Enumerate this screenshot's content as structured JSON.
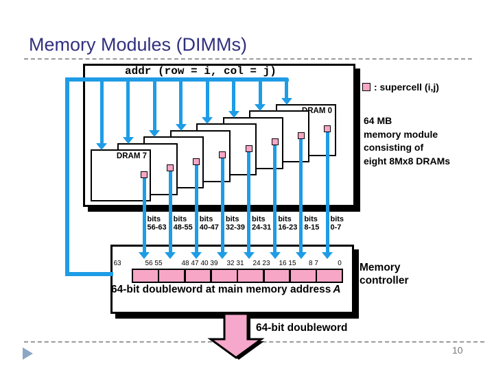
{
  "slide": {
    "title": "Memory Modules (DIMMs)",
    "page_number": "10"
  },
  "module": {
    "addr_label": "addr (row = i, col = j)",
    "dram_back_label": "DRAM 0",
    "dram_front_label": "DRAM 7",
    "num_drams": 8,
    "description_lines": [
      "64 MB",
      "memory module",
      "consisting of",
      "eight 8Mx8 DRAMs"
    ]
  },
  "legend": {
    "label": ": supercell (i,j)"
  },
  "bit_groups": [
    {
      "line1": "bits",
      "line2": "56-63"
    },
    {
      "line1": "bits",
      "line2": "48-55"
    },
    {
      "line1": "bits",
      "line2": "40-47"
    },
    {
      "line1": "bits",
      "line2": "32-39"
    },
    {
      "line1": "bits",
      "line2": "24-31"
    },
    {
      "line1": "bits",
      "line2": "16-23"
    },
    {
      "line1": "bits",
      "line2": "8-15"
    },
    {
      "line1": "bits",
      "line2": "0-7"
    }
  ],
  "controller": {
    "label_lines": [
      "Memory",
      "controller"
    ],
    "bit_numbers": [
      "63",
      "56 55",
      "48 47",
      "40 39",
      "32 31",
      "24 23",
      "16 15",
      "8 7",
      "0"
    ],
    "num_cells": 8,
    "caption": "64-bit doubleword at main memory address",
    "caption_var": "A"
  },
  "output": {
    "label": "64-bit doubleword"
  },
  "colors": {
    "bus_blue": "#1E9CE6",
    "cell_pink": "#F7A6C6",
    "title_navy": "#30307E",
    "divider_gray": "#999999",
    "bullet_blue": "#8CA7C4",
    "page_gray": "#787878",
    "arrow_pink": "#F5A8CB"
  }
}
